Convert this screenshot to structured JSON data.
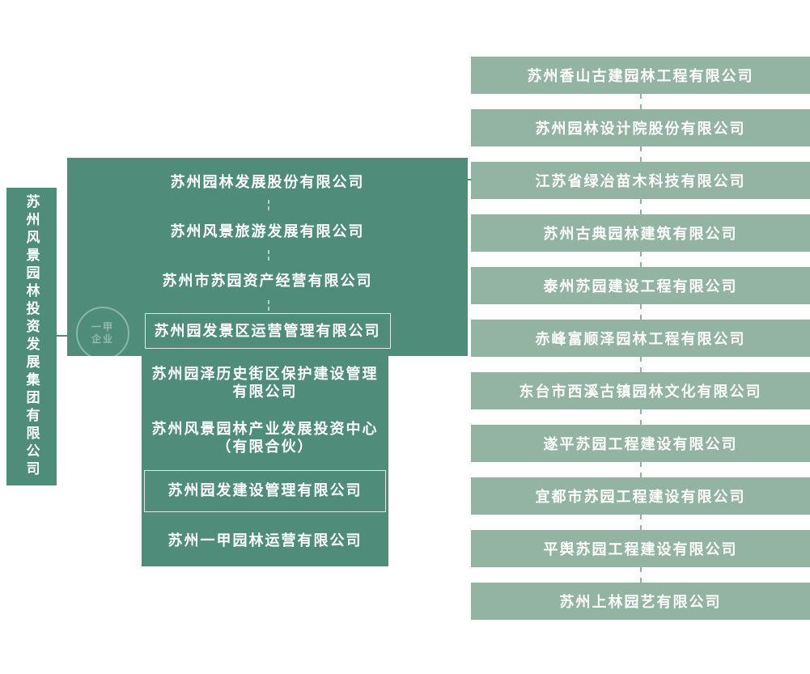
{
  "colors": {
    "primary_teal": "#4f8c7a",
    "secondary_green": "#93b4a3",
    "text": "#ffffff",
    "outline": "#e7f2ed"
  },
  "root": {
    "label": "苏州风景园林投资发展集团有限公司"
  },
  "subsidiaries": [
    {
      "label": "苏州园林发展股份有限公司",
      "outlined": false
    },
    {
      "label": "苏州风景旅游发展有限公司",
      "outlined": false
    },
    {
      "label": "苏州市苏园资产经营有限公司",
      "outlined": false
    },
    {
      "label": "苏州园发景区运营管理有限公司",
      "outlined": true
    },
    {
      "label": "苏州园泽历史街区保护建设管理\n有限公司",
      "outlined": false
    },
    {
      "label": "苏州风景园林产业发展投资中心\n（有限合伙）",
      "outlined": false
    },
    {
      "label": "苏州园发建设管理有限公司",
      "outlined": true
    },
    {
      "label": "苏州一甲园林运营有限公司",
      "outlined": false
    }
  ],
  "affiliates": [
    "苏州香山古建园林工程有限公司",
    "苏州园林设计院股份有限公司",
    "江苏省绿冶苗木科技有限公司",
    "苏州古典园林建筑有限公司",
    "泰州苏园建设工程有限公司",
    "赤峰富顺泽园林工程有限公司",
    "东台市西溪古镇园林文化有限公司",
    "遂平苏园工程建设有限公司",
    "宜都市苏园工程建设有限公司",
    "平舆苏园工程建设有限公司",
    "苏州上林园艺有限公司"
  ],
  "watermark": {
    "line1": "一甲",
    "line2": "企业"
  }
}
